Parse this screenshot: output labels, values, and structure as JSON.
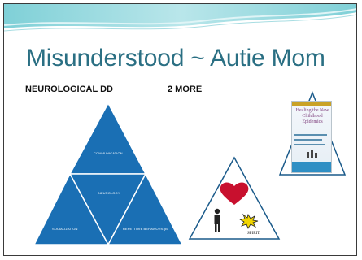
{
  "slide": {
    "title": "Misunderstood ~ Autie Mom",
    "subtitle_left": "NEUROLOGICAL DD",
    "subtitle_right": "2 MORE"
  },
  "left_diagram": {
    "top_label": "COMMUNICATION",
    "center_label": "NEUROLOGY",
    "left_label": "SOCIALIZATION",
    "right_label": "REPETITIVE BEHAVIORS (B)"
  },
  "right_diagram": {
    "spirit_label": "SPIRIT"
  },
  "book": {
    "title": "Healing the New Childhood Epidemics"
  },
  "colors": {
    "title": "#2a6f83",
    "triangle": "#1a6fb4",
    "heart": "#c8102e"
  }
}
